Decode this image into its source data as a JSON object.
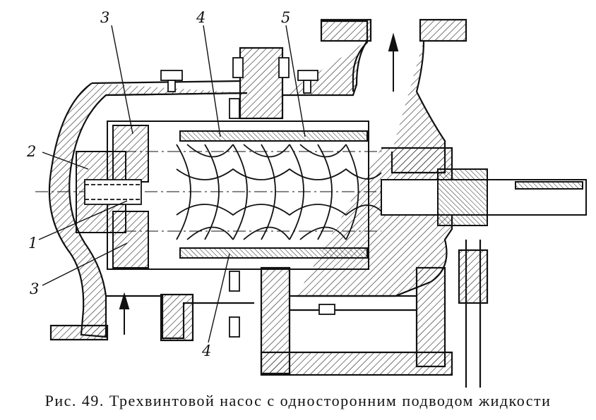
{
  "caption": "Рис. 49. Трехвинтовой насос с односторонним подводом жидкости",
  "callouts": {
    "c3_top": "3",
    "c4_top": "4",
    "c5_top": "5",
    "c2_left": "2",
    "c1_left": "1",
    "c3_bottom": "3",
    "c4_bottom": "4"
  }
}
